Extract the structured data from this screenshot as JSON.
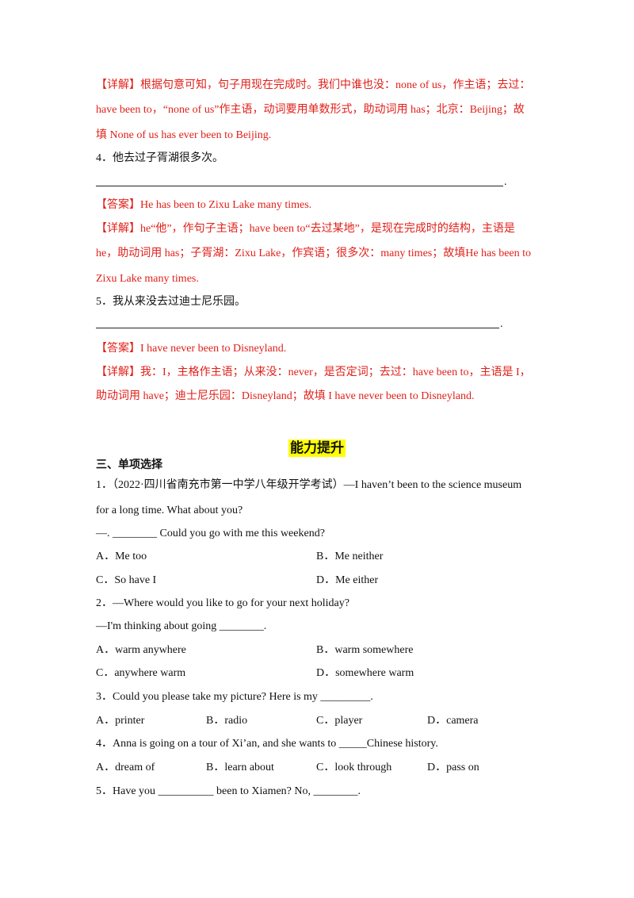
{
  "q3_detail": {
    "l1": "【详解】根据句意可知，句子用现在完成时。我们中谁也没：none of us，作主语；去过：",
    "l2": "have been to，“none of us”作主语，动词要用单数形式，助动词用 has；北京：Beijing；故",
    "l3": "填 None of us has ever been to Beijing."
  },
  "q4": {
    "prompt": "4．他去过子胥湖很多次。",
    "end": ".",
    "answer": "【答案】He has been to Zixu Lake many times.",
    "d1": "【详解】he“他”，作句子主语；have been to“去过某地”，是现在完成时的结构，主语是",
    "d2": "he，助动词用 has；子胥湖：Zixu Lake，作宾语；很多次：many times；故填He has been to",
    "d3": "Zixu Lake many times."
  },
  "q5": {
    "prompt": "5．我从来没去过迪士尼乐园。",
    "end": ".",
    "answer": "【答案】I have never been to Disneyland.",
    "d1": "【详解】我：I，主格作主语；从来没：never，是否定词；去过：have been to，主语是 I，",
    "d2": "助动词用 have；迪士尼乐园：Disneyland；故填 I have never been to Disneyland."
  },
  "section_title": "能力提升",
  "section_heading": "三、单项选择",
  "mc": {
    "q1": {
      "l1": "1．（2022·四川省南充市第一中学八年级开学考试）—I haven’t been to the science museum",
      "l2": "for a long time. What about you?",
      "l3": "—. ________ Could you go with me this weekend?",
      "A": "A．Me too",
      "B": "B．Me neither",
      "C": "C．So have I",
      "D": "D．Me either"
    },
    "q2": {
      "l1": "2．—Where would you like to go for your next holiday?",
      "l2": "—I'm thinking about going ________.",
      "A": "A．warm anywhere",
      "B": "B．warm somewhere",
      "C": "C．anywhere warm",
      "D": "D．somewhere warm"
    },
    "q3": {
      "l1": "3．Could you please take my picture? Here is my _________.",
      "A": "A．printer",
      "B": "B．radio",
      "C": "C．player",
      "D": "D．camera"
    },
    "q4": {
      "l1": "4．Anna is going on a tour of Xi’an, and she wants to _____Chinese history.",
      "A": "A．dream of",
      "B": "B．learn about",
      "C": "C．look through",
      "D": "D．pass on"
    },
    "q5": {
      "l1": "5．Have you __________ been to Xiamen? No, ________."
    }
  },
  "colors": {
    "answer_red": "#e0201a",
    "highlight": "#ffff00"
  }
}
